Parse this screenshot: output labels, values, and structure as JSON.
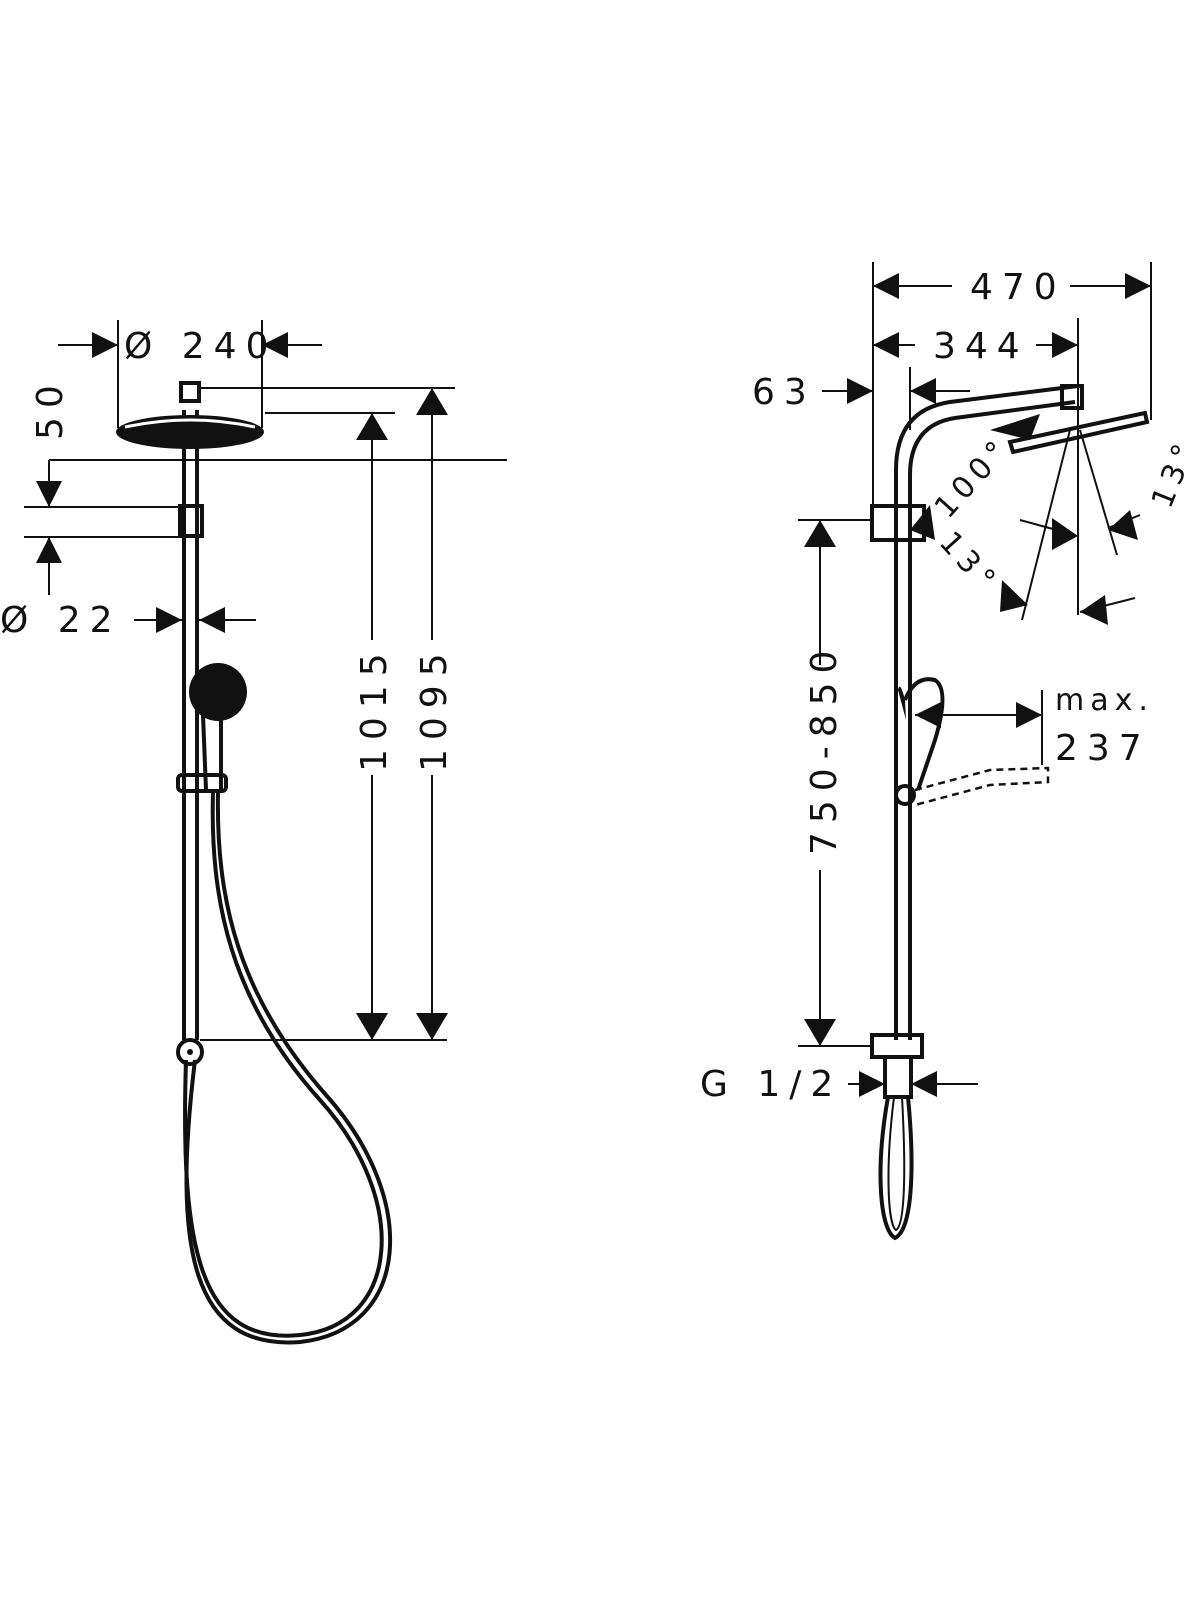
{
  "front_view": {
    "head_diameter": "Ø 240",
    "clamp_height": "50",
    "pole_diameter": "Ø 22",
    "height_to_head": "1015",
    "overall_height": "1095"
  },
  "side_view": {
    "overall_projection": "470",
    "arm_projection": "344",
    "wall_offset": "63",
    "swivel_angle": "100°",
    "tilt_angle_left": "13°",
    "tilt_angle_right": "13°",
    "adjustable_height": "750-850",
    "handshower_reach_label": "max.",
    "handshower_reach": "237",
    "connection": "G 1/2"
  }
}
